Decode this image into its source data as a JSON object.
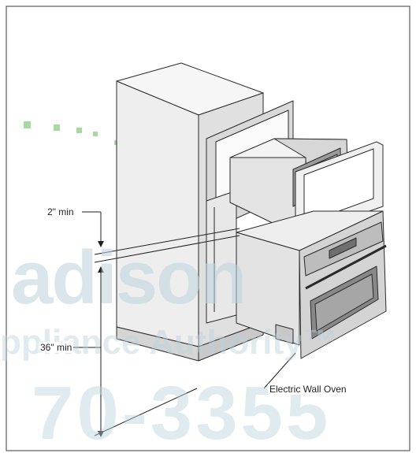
{
  "labels": {
    "two_inch": "2\" min",
    "thirty_six_inch": "36\" min",
    "oven": "Electric Wall Oven"
  },
  "watermark": {
    "line1": "adison",
    "line2": "ppliance Authority™",
    "line3": "70-3355"
  },
  "colors": {
    "line": "#2a2a2a",
    "cabinet_light": "#f1f1f1",
    "cabinet_mid": "#e2e2e2",
    "cabinet_dark": "#cfcfcf",
    "oven_steel": "#dcdcdc",
    "oven_window": "#8f8f8f",
    "watermark_blue": "#bcd3dc",
    "watermark_green": "#9fd39a"
  }
}
